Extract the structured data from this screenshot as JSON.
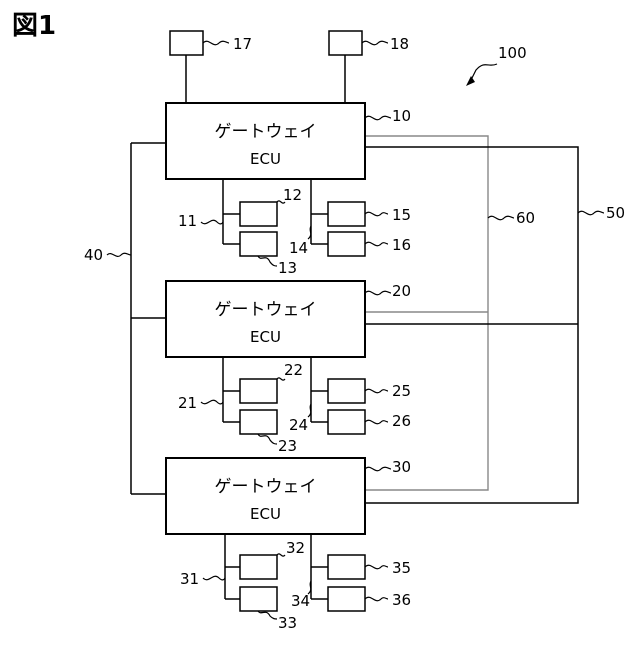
{
  "figure_title": "図1",
  "system_ref": "100",
  "ecu_label": "ゲートウェイ",
  "ecu_sublabel": "ECU",
  "refs": {
    "r17": "17",
    "r18": "18",
    "r10": "10",
    "r20": "20",
    "r30": "30",
    "r11": "11",
    "r12": "12",
    "r13": "13",
    "r14": "14",
    "r15": "15",
    "r16": "16",
    "r21": "21",
    "r22": "22",
    "r23": "23",
    "r24": "24",
    "r25": "25",
    "r26": "26",
    "r31": "31",
    "r32": "32",
    "r33": "33",
    "r34": "34",
    "r35": "35",
    "r36": "36",
    "r40": "40",
    "r50": "50",
    "r60": "60"
  },
  "colors": {
    "line": "#000000",
    "bus60": "#888888"
  }
}
